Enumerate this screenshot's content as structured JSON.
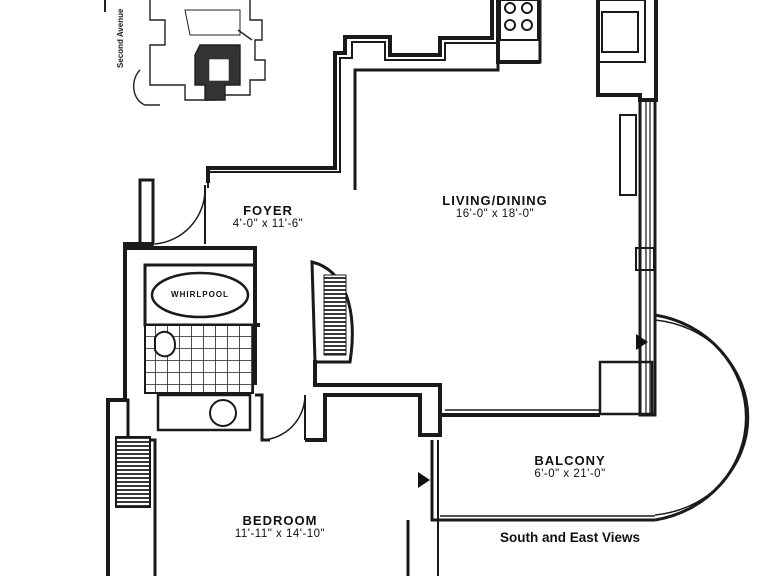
{
  "rooms": {
    "foyer": {
      "name": "FOYER",
      "dims": "4'-0\" x 11'-6\""
    },
    "living": {
      "name": "LIVING/DINING",
      "dims": "16'-0\" x 18'-0\""
    },
    "balcony": {
      "name": "BALCONY",
      "dims": "6'-0\" x 21'-0\""
    },
    "bedroom": {
      "name": "BEDROOM",
      "dims": "11'-11\" x 14'-10\""
    }
  },
  "fixtures": {
    "whirlpool": "WHIRLPOOL"
  },
  "views": "South and East Views",
  "key_plan": {
    "street": "Second Avenue"
  }
}
